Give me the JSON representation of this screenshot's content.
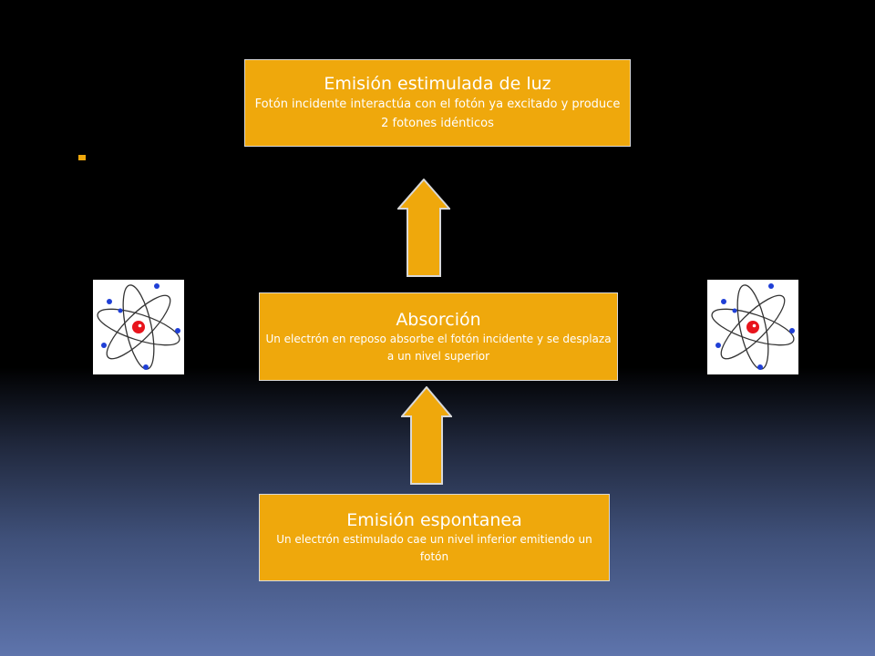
{
  "diagram": {
    "top": {
      "title": "Emisión estimulada de luz",
      "desc": "Fotón incidente interactúa con el fotón ya excitado y produce 2 fotones idénticos"
    },
    "middle": {
      "title": "Absorción",
      "desc": "Un electrón en reposo absorbe el fotón incidente y se desplaza a un nivel superior"
    },
    "bottom": {
      "title": "Emisión espontanea",
      "desc": "Un electrón estimulado cae un nivel inferior emitiendo un fotón"
    },
    "arrows": [
      {
        "from": "bottom",
        "to": "middle"
      },
      {
        "from": "middle",
        "to": "top"
      }
    ]
  },
  "icons": {
    "left": "atom-icon",
    "right": "atom-icon",
    "bullet": "bullet-icon"
  },
  "colors": {
    "box_fill": "#efa80c",
    "arrow_fill": "#efa80c",
    "arrow_stroke": "#d8d8d8",
    "nucleus": "#e8141c",
    "electron": "#1f3fd6",
    "orbit": "#333333"
  }
}
